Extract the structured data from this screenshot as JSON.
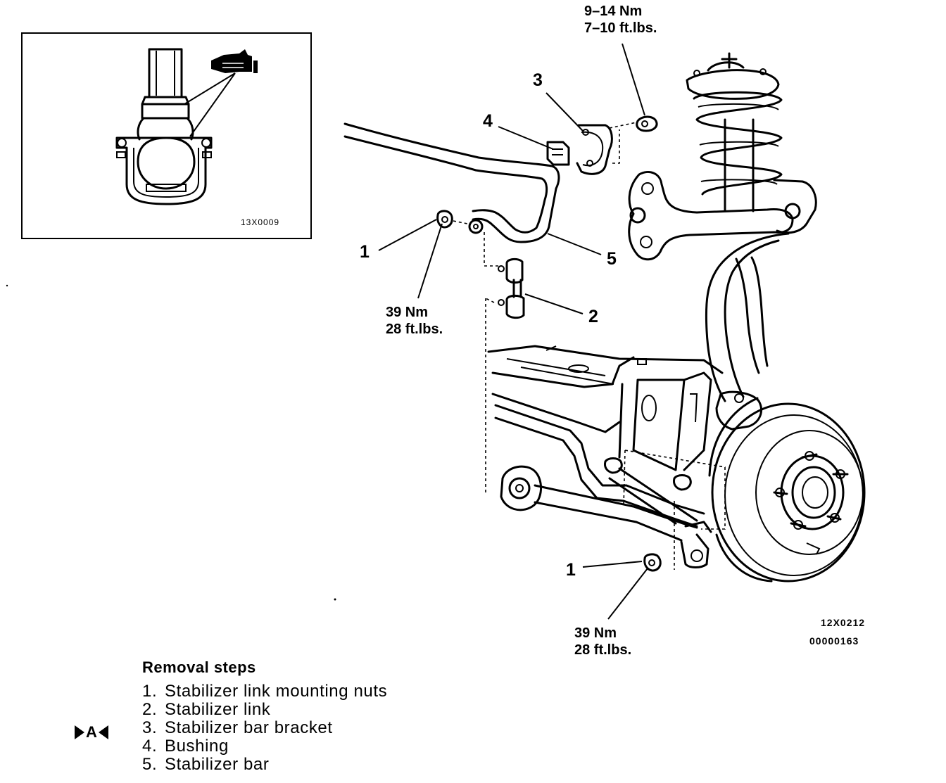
{
  "inset": {
    "figure_code": "13X0009"
  },
  "main_figure": {
    "codes": [
      "12X0212",
      "00000163"
    ]
  },
  "torque_labels": {
    "bracket_bolt": {
      "metric": "9–14 Nm",
      "imperial": "7–10 ft.lbs."
    },
    "upper_link_nut": {
      "metric": "39 Nm",
      "imperial": "28 ft.lbs."
    },
    "lower_link_nut": {
      "metric": "39 Nm",
      "imperial": "28 ft.lbs."
    }
  },
  "callouts": {
    "nut_upper": "1",
    "nut_lower": "1",
    "link": "2",
    "bracket": "3",
    "bushing": "4",
    "bar": "5"
  },
  "removal_steps": {
    "heading": "Removal steps",
    "marker": "A",
    "items": [
      {
        "num": "1.",
        "label": "Stabilizer link mounting nuts"
      },
      {
        "num": "2.",
        "label": "Stabilizer link"
      },
      {
        "num": "3.",
        "label": "Stabilizer bar bracket"
      },
      {
        "num": "4.",
        "label": "Bushing"
      },
      {
        "num": "5.",
        "label": "Stabilizer bar"
      }
    ]
  }
}
